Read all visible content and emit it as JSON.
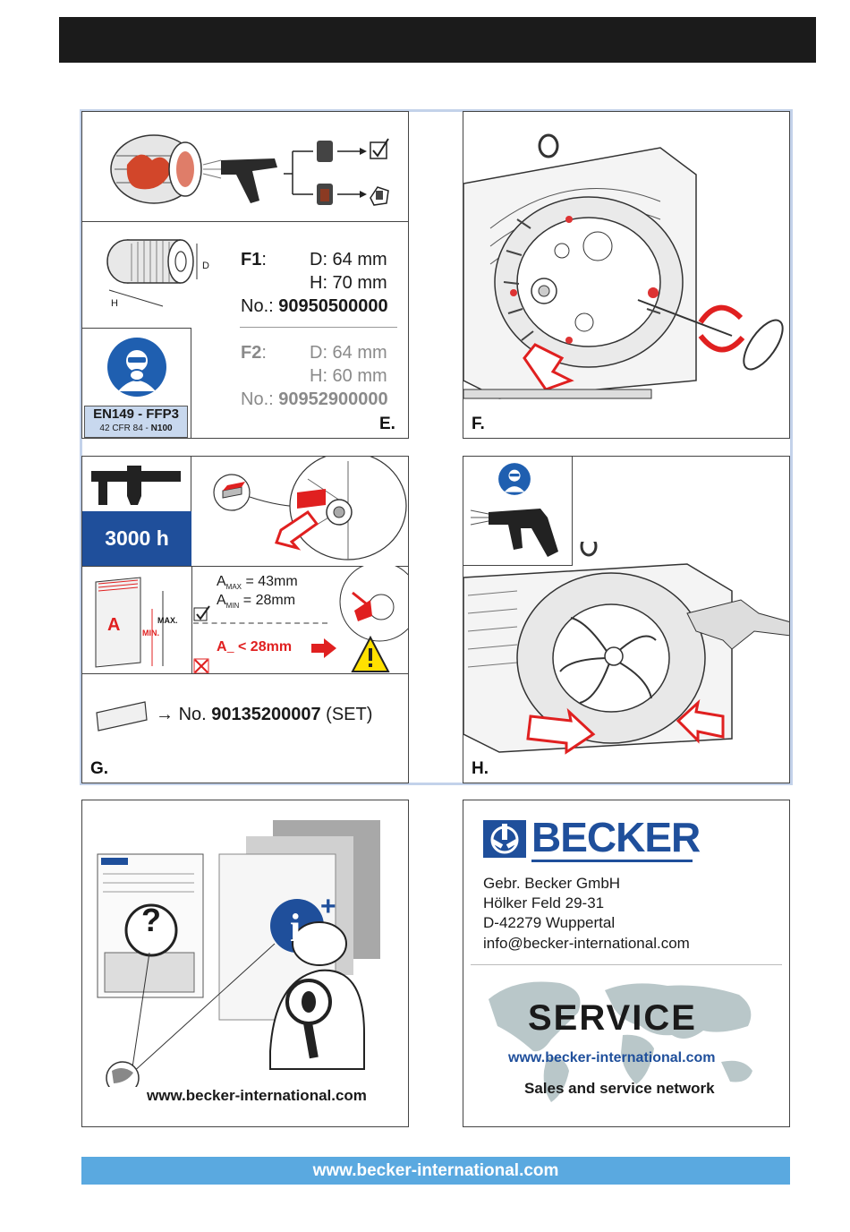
{
  "section_e": {
    "label": "E.",
    "filter_f1": {
      "name": "F1",
      "colon": ":",
      "d": "D: 64 mm",
      "h": "H: 70 mm",
      "no_prefix": "No.:",
      "no_value": "90950500000"
    },
    "filter_f2": {
      "name": "F2",
      "colon": ":",
      "d": "D: 64 mm",
      "h": "H: 60 mm",
      "no_prefix": "No.:",
      "no_value": "90952900000"
    },
    "dim_d": "D",
    "dim_h": "H",
    "mask_standard": "EN149 - FFP3",
    "mask_standard2_prefix": "42 CFR 84 - ",
    "mask_standard2_value": "N100"
  },
  "section_f": {
    "label": "F."
  },
  "section_g": {
    "label": "G.",
    "hours": "3000 h",
    "a_label": "A",
    "max_label": "MAX.",
    "min_label": "MIN.",
    "amax": "= 43mm",
    "amin": "= 28mm",
    "a_sub_max": "MAX",
    "a_sub_min": "MIN",
    "a_warn": "< 28mm",
    "a_letter": "A",
    "part_arrow": "→",
    "part_no_prefix": "No.",
    "part_no_value": "90135200007",
    "part_no_suffix": "(SET)"
  },
  "section_h": {
    "label": "H."
  },
  "info_panel": {
    "website": "www.becker-international.com",
    "question": "?",
    "info_plus": "+",
    "info_i": "i"
  },
  "contact": {
    "brand": "BECKER",
    "company": "Gebr. Becker GmbH",
    "street": "Hölker Feld 29-31",
    "city": "D-42279 Wuppertal",
    "email": "info@becker-international.com",
    "service": "SERVICE",
    "website": "www.becker-international.com",
    "network": "Sales and service network"
  },
  "footer": {
    "website": "www.becker-international.com"
  },
  "colors": {
    "brand_blue": "#1f4f9b",
    "accent_red": "#e02020",
    "footer_blue": "#5aa9e0",
    "topbar": "#1b1b1b"
  }
}
